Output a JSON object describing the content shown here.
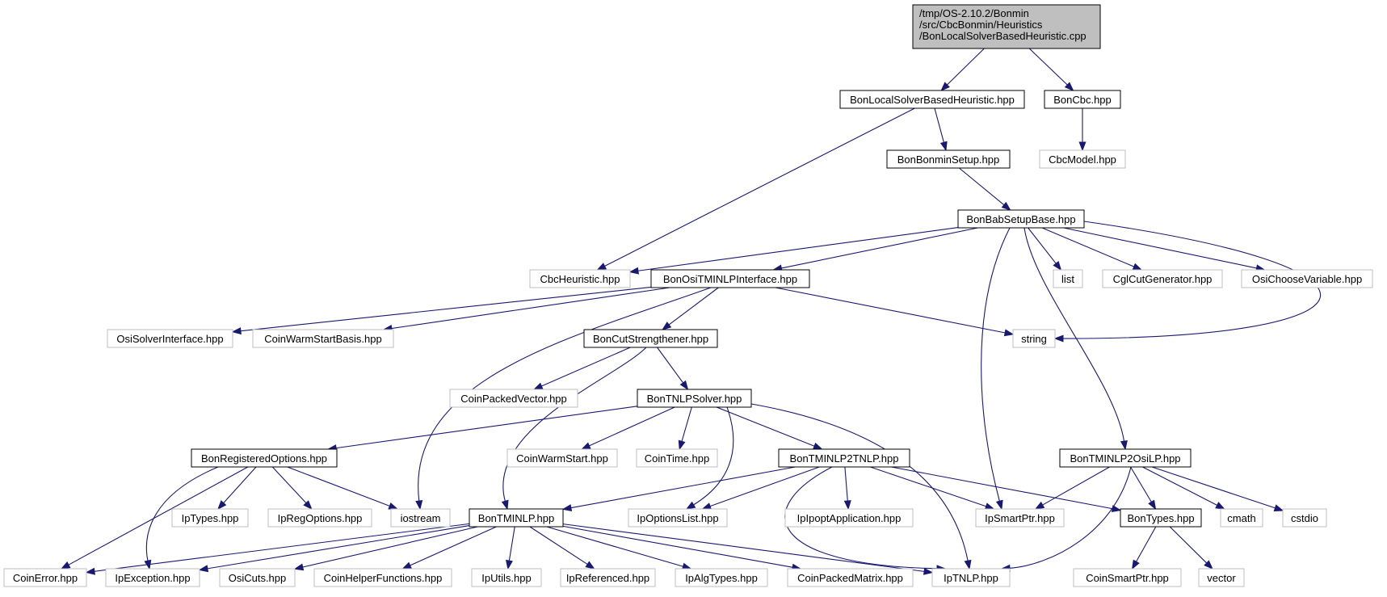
{
  "colors": {
    "edge": "#191970",
    "root_fill": "#bfbfbf",
    "doc_border": "#000000",
    "ext_border": "#bfbfbf",
    "ext_text": "#7f7f7f",
    "doc_text": "#000000"
  },
  "nodes": [
    {
      "id": "root",
      "label_lines": [
        "/tmp/OS-2.10.2/Bonmin",
        "/src/CbcBonmin/Heuristics",
        "/BonLocalSolverBasedHeuristic.cpp"
      ],
      "kind": "root"
    },
    {
      "id": "lsbh",
      "label_lines": [
        "BonLocalSolverBasedHeuristic.hpp"
      ],
      "kind": "doc"
    },
    {
      "id": "boncbc",
      "label_lines": [
        "BonCbc.hpp"
      ],
      "kind": "doc"
    },
    {
      "id": "cbcmodel",
      "label_lines": [
        "CbcModel.hpp"
      ],
      "kind": "ext"
    },
    {
      "id": "bonminsetup",
      "label_lines": [
        "BonBonminSetup.hpp"
      ],
      "kind": "doc"
    },
    {
      "id": "babsetup",
      "label_lines": [
        "BonBabSetupBase.hpp"
      ],
      "kind": "doc"
    },
    {
      "id": "cbcheur",
      "label_lines": [
        "CbcHeuristic.hpp"
      ],
      "kind": "ext"
    },
    {
      "id": "ositminlp",
      "label_lines": [
        "BonOsiTMINLPInterface.hpp"
      ],
      "kind": "doc"
    },
    {
      "id": "list",
      "label_lines": [
        "list"
      ],
      "kind": "ext"
    },
    {
      "id": "cglcut",
      "label_lines": [
        "CglCutGenerator.hpp"
      ],
      "kind": "ext"
    },
    {
      "id": "osichoose",
      "label_lines": [
        "OsiChooseVariable.hpp"
      ],
      "kind": "ext"
    },
    {
      "id": "osisolver",
      "label_lines": [
        "OsiSolverInterface.hpp"
      ],
      "kind": "ext"
    },
    {
      "id": "coinwarmbasis",
      "label_lines": [
        "CoinWarmStartBasis.hpp"
      ],
      "kind": "ext"
    },
    {
      "id": "cutstr",
      "label_lines": [
        "BonCutStrengthener.hpp"
      ],
      "kind": "doc"
    },
    {
      "id": "string",
      "label_lines": [
        "string"
      ],
      "kind": "ext"
    },
    {
      "id": "coinpackedvec",
      "label_lines": [
        "CoinPackedVector.hpp"
      ],
      "kind": "ext"
    },
    {
      "id": "tnlpsolver",
      "label_lines": [
        "BonTNLPSolver.hpp"
      ],
      "kind": "doc"
    },
    {
      "id": "regopts",
      "label_lines": [
        "BonRegisteredOptions.hpp"
      ],
      "kind": "doc"
    },
    {
      "id": "coinwarm",
      "label_lines": [
        "CoinWarmStart.hpp"
      ],
      "kind": "ext"
    },
    {
      "id": "cointime",
      "label_lines": [
        "CoinTime.hpp"
      ],
      "kind": "ext"
    },
    {
      "id": "tminlp2tnlp",
      "label_lines": [
        "BonTMINLP2TNLP.hpp"
      ],
      "kind": "doc"
    },
    {
      "id": "tminlp2osilp",
      "label_lines": [
        "BonTMINLP2OsiLP.hpp"
      ],
      "kind": "doc"
    },
    {
      "id": "iptypes",
      "label_lines": [
        "IpTypes.hpp"
      ],
      "kind": "ext"
    },
    {
      "id": "ipregopts",
      "label_lines": [
        "IpRegOptions.hpp"
      ],
      "kind": "ext"
    },
    {
      "id": "iostream",
      "label_lines": [
        "iostream"
      ],
      "kind": "ext"
    },
    {
      "id": "tminlp",
      "label_lines": [
        "BonTMINLP.hpp"
      ],
      "kind": "doc"
    },
    {
      "id": "ipoptslist",
      "label_lines": [
        "IpOptionsList.hpp"
      ],
      "kind": "ext"
    },
    {
      "id": "ipoptapp",
      "label_lines": [
        "IpIpoptApplication.hpp"
      ],
      "kind": "ext"
    },
    {
      "id": "ipsmartptr",
      "label_lines": [
        "IpSmartPtr.hpp"
      ],
      "kind": "ext"
    },
    {
      "id": "bontypes",
      "label_lines": [
        "BonTypes.hpp"
      ],
      "kind": "doc"
    },
    {
      "id": "cmath",
      "label_lines": [
        "cmath"
      ],
      "kind": "ext"
    },
    {
      "id": "cstdio",
      "label_lines": [
        "cstdio"
      ],
      "kind": "ext"
    },
    {
      "id": "coinerror",
      "label_lines": [
        "CoinError.hpp"
      ],
      "kind": "ext"
    },
    {
      "id": "ipexception",
      "label_lines": [
        "IpException.hpp"
      ],
      "kind": "ext"
    },
    {
      "id": "osicuts",
      "label_lines": [
        "OsiCuts.hpp"
      ],
      "kind": "ext"
    },
    {
      "id": "coinhelper",
      "label_lines": [
        "CoinHelperFunctions.hpp"
      ],
      "kind": "ext"
    },
    {
      "id": "iputils",
      "label_lines": [
        "IpUtils.hpp"
      ],
      "kind": "ext"
    },
    {
      "id": "ipreferenced",
      "label_lines": [
        "IpReferenced.hpp"
      ],
      "kind": "ext"
    },
    {
      "id": "ipalgtypes",
      "label_lines": [
        "IpAlgTypes.hpp"
      ],
      "kind": "ext"
    },
    {
      "id": "coinpackedmat",
      "label_lines": [
        "CoinPackedMatrix.hpp"
      ],
      "kind": "ext"
    },
    {
      "id": "iptnlp",
      "label_lines": [
        "IpTNLP.hpp"
      ],
      "kind": "ext"
    },
    {
      "id": "coinsmartptr",
      "label_lines": [
        "CoinSmartPtr.hpp"
      ],
      "kind": "ext"
    },
    {
      "id": "vector",
      "label_lines": [
        "vector"
      ],
      "kind": "ext"
    }
  ],
  "edges": [
    {
      "from": "root",
      "to": "lsbh"
    },
    {
      "from": "root",
      "to": "boncbc"
    },
    {
      "from": "boncbc",
      "to": "cbcmodel"
    },
    {
      "from": "lsbh",
      "to": "cbcheur"
    },
    {
      "from": "lsbh",
      "to": "bonminsetup"
    },
    {
      "from": "bonminsetup",
      "to": "babsetup"
    },
    {
      "from": "babsetup",
      "to": "cbcheur"
    },
    {
      "from": "babsetup",
      "to": "ositminlp"
    },
    {
      "from": "babsetup",
      "to": "list"
    },
    {
      "from": "babsetup",
      "to": "cglcut"
    },
    {
      "from": "babsetup",
      "to": "osichoose"
    },
    {
      "from": "babsetup",
      "to": "string"
    },
    {
      "from": "babsetup",
      "to": "ipsmartptr"
    },
    {
      "from": "babsetup",
      "to": "tminlp2osilp"
    },
    {
      "from": "ositminlp",
      "to": "osisolver"
    },
    {
      "from": "ositminlp",
      "to": "coinwarmbasis"
    },
    {
      "from": "ositminlp",
      "to": "cutstr"
    },
    {
      "from": "ositminlp",
      "to": "string"
    },
    {
      "from": "ositminlp",
      "to": "iostream"
    },
    {
      "from": "cutstr",
      "to": "coinpackedvec"
    },
    {
      "from": "cutstr",
      "to": "tnlpsolver"
    },
    {
      "from": "cutstr",
      "to": "tminlp"
    },
    {
      "from": "tnlpsolver",
      "to": "regopts"
    },
    {
      "from": "tnlpsolver",
      "to": "coinwarm"
    },
    {
      "from": "tnlpsolver",
      "to": "cointime"
    },
    {
      "from": "tnlpsolver",
      "to": "tminlp2tnlp"
    },
    {
      "from": "tnlpsolver",
      "to": "ipoptslist"
    },
    {
      "from": "tnlpsolver",
      "to": "iptnlp"
    },
    {
      "from": "regopts",
      "to": "iptypes"
    },
    {
      "from": "regopts",
      "to": "ipregopts"
    },
    {
      "from": "regopts",
      "to": "iostream"
    },
    {
      "from": "regopts",
      "to": "coinerror"
    },
    {
      "from": "regopts",
      "to": "ipexception"
    },
    {
      "from": "tminlp2tnlp",
      "to": "tminlp"
    },
    {
      "from": "tminlp2tnlp",
      "to": "ipoptslist"
    },
    {
      "from": "tminlp2tnlp",
      "to": "ipoptapp"
    },
    {
      "from": "tminlp2tnlp",
      "to": "ipsmartptr"
    },
    {
      "from": "tminlp2tnlp",
      "to": "bontypes"
    },
    {
      "from": "tminlp2tnlp",
      "to": "iptnlp"
    },
    {
      "from": "tminlp2osilp",
      "to": "ipsmartptr"
    },
    {
      "from": "tminlp2osilp",
      "to": "bontypes"
    },
    {
      "from": "tminlp2osilp",
      "to": "cmath"
    },
    {
      "from": "tminlp2osilp",
      "to": "cstdio"
    },
    {
      "from": "tminlp2osilp",
      "to": "iptnlp"
    },
    {
      "from": "tminlp",
      "to": "coinerror"
    },
    {
      "from": "tminlp",
      "to": "ipexception"
    },
    {
      "from": "tminlp",
      "to": "osicuts"
    },
    {
      "from": "tminlp",
      "to": "coinhelper"
    },
    {
      "from": "tminlp",
      "to": "iputils"
    },
    {
      "from": "tminlp",
      "to": "ipreferenced"
    },
    {
      "from": "tminlp",
      "to": "ipalgtypes"
    },
    {
      "from": "tminlp",
      "to": "coinpackedmat"
    },
    {
      "from": "tminlp",
      "to": "iptnlp"
    },
    {
      "from": "bontypes",
      "to": "coinsmartptr"
    },
    {
      "from": "bontypes",
      "to": "vector"
    }
  ]
}
